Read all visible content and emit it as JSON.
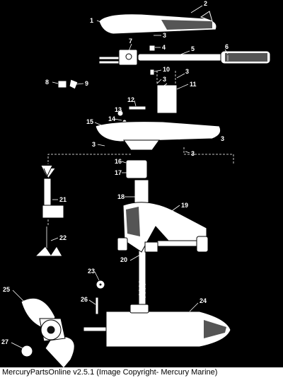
{
  "callouts": {
    "c1": "1",
    "c2": "2",
    "c3a": "3",
    "c3b": "3",
    "c3c": "3",
    "c3d": "3",
    "c3e": "3",
    "c4": "4",
    "c5": "5",
    "c6": "6",
    "c7": "7",
    "c8": "8",
    "c9": "9",
    "c10": "10",
    "c11": "11",
    "c12": "12",
    "c13": "13",
    "c14": "14",
    "c15": "15",
    "c16": "16",
    "c17": "17",
    "c18": "18",
    "c19": "19",
    "c20": "20",
    "c21": "21",
    "c22": "22",
    "c23": "23",
    "c24": "24",
    "c25": "25",
    "c26": "26",
    "c27": "27"
  },
  "footer": {
    "text": "MercuryPartsOnline v2.5.1 (Image Copyright- Mercury Marine)"
  }
}
